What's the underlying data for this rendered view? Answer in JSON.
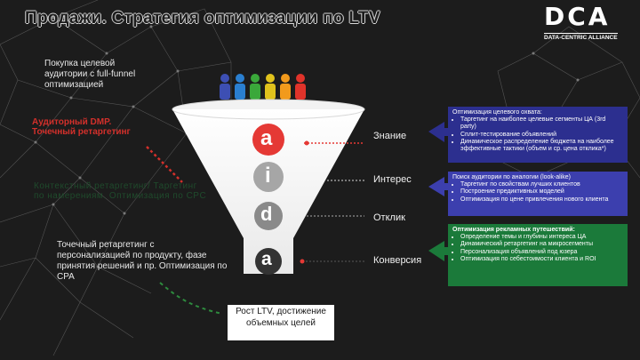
{
  "title": "Продажи. Стратегия оптимизации по LTV",
  "logo": {
    "main": "DCA",
    "sub": "DATA-CENTRIC ALLIANCE"
  },
  "left_notes": {
    "purchase": "Покупка целевой\nаудитории с full-funnel\nоптимизацией",
    "audience": "Аудиторный DMP.\nТочечный ретаргетинг",
    "contextual": "Контекстный ретаргетинг/ Таргетинг\nпо намерениям. Оптимизация по CPC",
    "precise": "Точечный ретаргетинг с\nперсонализацией по продукту, фазе\nпринятия решений и пр. Оптимизация по\nCPA"
  },
  "funnel": {
    "letters": [
      "a",
      "i",
      "d",
      "a"
    ],
    "stages": [
      "Знание",
      "Интерес",
      "Отклик",
      "Конверсия"
    ],
    "result": "Рост LTV, достижение объемных целей"
  },
  "cards": [
    {
      "heading": "Оптимизация целевого охвата:",
      "items": [
        "Таргетинг на наиболее целевые сегменты ЦА (3rd party)",
        "Сплит-тестирование объявлений",
        "Динамическое распределение бюджета на наиболее эффективные тактики (объем и ср. цена отклика*)"
      ],
      "color": "#2c2f8f"
    },
    {
      "heading": "Поиск аудитории по аналогии (look-alike)",
      "items": [
        "Таргетинг по свойствам лучших клиентов",
        "Построение предиктивных моделей",
        "Оптимизация по цене привлечения нового клиента"
      ],
      "color": "#3c3fae"
    },
    {
      "heading": "Оптимизация рекламных путешествий:",
      "items": [
        "Определение темы и глубины интереса ЦА",
        "Динамический ретаргетинг на микросегменты",
        "Персонализация объявлений под юзера",
        "Оптимизация по себестоимости клиента и ROI"
      ],
      "color": "#1b7a3a"
    }
  ],
  "colors": {
    "a1": "#e53935",
    "i": "#a6a6a6",
    "d": "#8a8a8a",
    "a2": "#333333",
    "arrow_blue": "#2c2f8f",
    "arrow_green": "#1b7a3a"
  }
}
